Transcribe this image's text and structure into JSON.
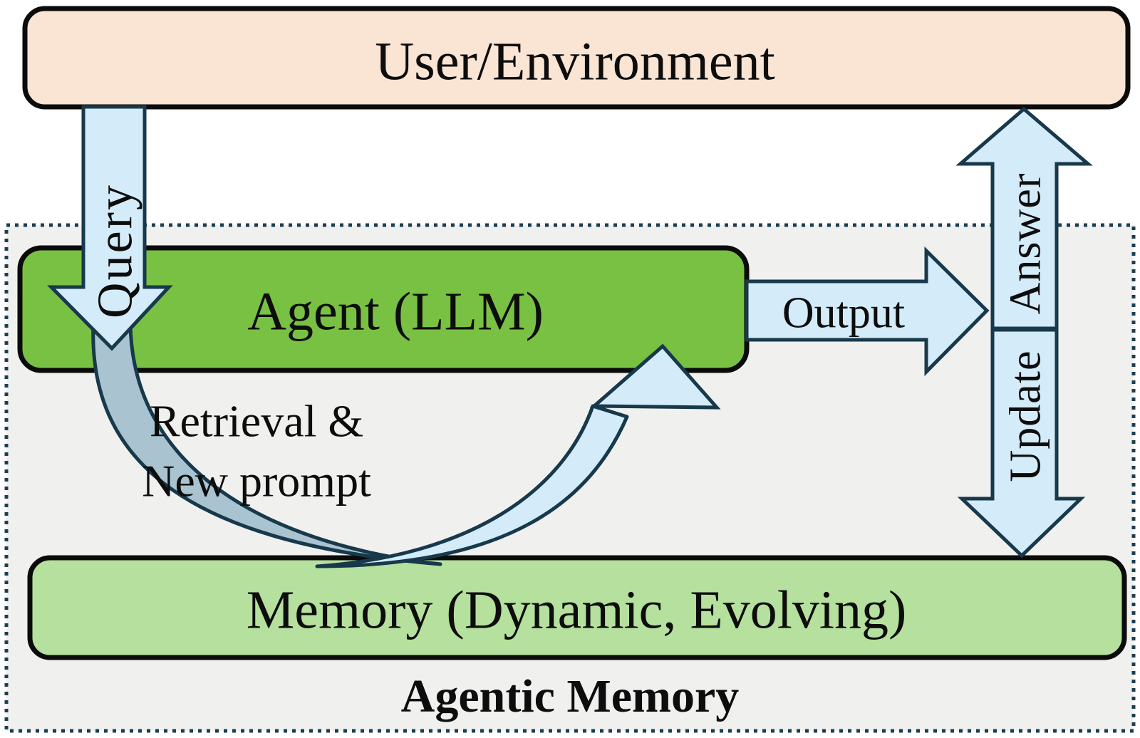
{
  "diagram": {
    "title": "Agentic Memory",
    "nodes": {
      "user": {
        "label": "User/Environment"
      },
      "agent": {
        "label": "Agent (LLM)"
      },
      "memory": {
        "label": "Memory (Dynamic, Evolving)"
      }
    },
    "arrows": {
      "query": {
        "label": "Query",
        "direction": "down",
        "from": "user",
        "to": "agent"
      },
      "output": {
        "label": "Output",
        "direction": "right",
        "from": "agent",
        "to": "answer-arrow"
      },
      "answer": {
        "label": "Answer",
        "direction": "up",
        "from": "agentic-memory",
        "to": "user"
      },
      "update": {
        "label": "Update",
        "direction": "down",
        "from": "answer-arrow",
        "to": "memory"
      },
      "retrieval_loop": {
        "label_line1": "Retrieval &",
        "label_line2": "New prompt",
        "direction": "loop",
        "from": "agent",
        "to": "agent",
        "via": "memory"
      }
    },
    "colors": {
      "user_fill": "#fae4d4",
      "agent_fill": "#79c143",
      "memory_fill": "#b5e09e",
      "arrow_fill": "#d4ecf9",
      "band_gray": "#a9c4d0",
      "region_fill": "#f0f0ef"
    }
  }
}
